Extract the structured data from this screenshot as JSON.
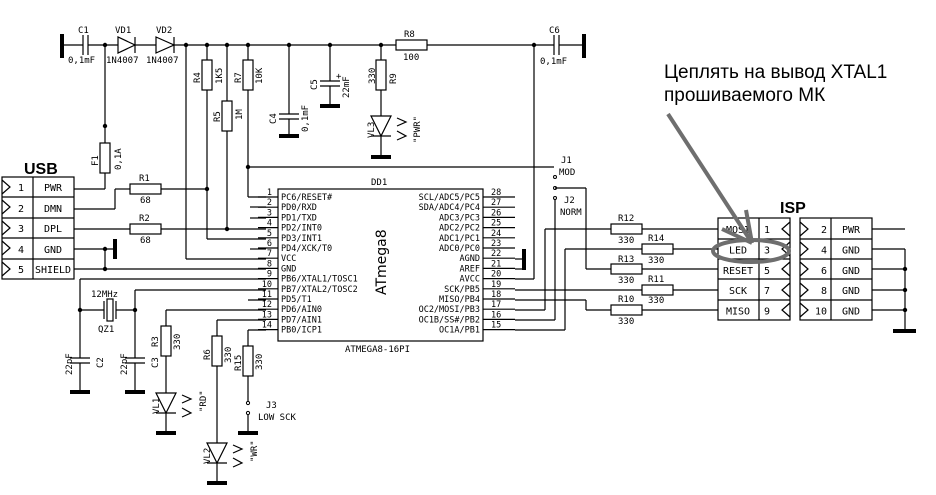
{
  "annotation": {
    "line1": "Цеплять на вывод XTAL1",
    "line2": "прошиваемого МК",
    "color": "#6e6e6e"
  },
  "usb": {
    "title": "USB",
    "pins": [
      {
        "num": "1",
        "name": "PWR"
      },
      {
        "num": "2",
        "name": "DMN"
      },
      {
        "num": "3",
        "name": "DPL"
      },
      {
        "num": "4",
        "name": "GND"
      },
      {
        "num": "5",
        "name": "SHIELD"
      }
    ]
  },
  "isp": {
    "title": "ISP",
    "left": [
      {
        "name": "MOSI",
        "num": "1"
      },
      {
        "name": "LED",
        "num": "3"
      },
      {
        "name": "RESET",
        "num": "5"
      },
      {
        "name": "SCK",
        "num": "7"
      },
      {
        "name": "MISO",
        "num": "9"
      }
    ],
    "right": [
      {
        "num": "2",
        "name": "PWR"
      },
      {
        "num": "4",
        "name": "GND"
      },
      {
        "num": "6",
        "name": "GND"
      },
      {
        "num": "8",
        "name": "GND"
      },
      {
        "num": "10",
        "name": "GND"
      }
    ]
  },
  "chip": {
    "ref": "DD1",
    "name": "ATmega8",
    "part": "ATMEGA8-16PI",
    "left_pins": [
      {
        "num": "1",
        "name": "PC6/RESET#"
      },
      {
        "num": "2",
        "name": "PD0/RXD"
      },
      {
        "num": "3",
        "name": "PD1/TXD"
      },
      {
        "num": "4",
        "name": "PD2/INT0"
      },
      {
        "num": "5",
        "name": "PD3/INT1"
      },
      {
        "num": "6",
        "name": "PD4/XCK/T0"
      },
      {
        "num": "7",
        "name": "VCC"
      },
      {
        "num": "8",
        "name": "GND"
      },
      {
        "num": "9",
        "name": "PB6/XTAL1/TOSC1"
      },
      {
        "num": "10",
        "name": "PB7/XTAL2/TOSC2"
      },
      {
        "num": "11",
        "name": "PD5/T1"
      },
      {
        "num": "12",
        "name": "PD6/AIN0"
      },
      {
        "num": "13",
        "name": "PD7/AIN1"
      },
      {
        "num": "14",
        "name": "PB0/ICP1"
      }
    ],
    "right_pins": [
      {
        "num": "28",
        "name": "SCL/ADC5/PC5"
      },
      {
        "num": "27",
        "name": "SDA/ADC4/PC4"
      },
      {
        "num": "26",
        "name": "ADC3/PC3"
      },
      {
        "num": "25",
        "name": "ADC2/PC2"
      },
      {
        "num": "24",
        "name": "ADC1/PC1"
      },
      {
        "num": "23",
        "name": "ADC0/PC0"
      },
      {
        "num": "22",
        "name": "AGND"
      },
      {
        "num": "21",
        "name": "AREF"
      },
      {
        "num": "20",
        "name": "AVCC"
      },
      {
        "num": "19",
        "name": "SCK/PB5"
      },
      {
        "num": "18",
        "name": "MISO/PB4"
      },
      {
        "num": "17",
        "name": "OC2/MOSI/PB3"
      },
      {
        "num": "16",
        "name": "OC1B/SS#/PB2"
      },
      {
        "num": "15",
        "name": "OC1A/PB1"
      }
    ]
  },
  "components": {
    "C1": {
      "ref": "C1",
      "value": "0,1mF"
    },
    "VD1": {
      "ref": "VD1",
      "value": "1N4007"
    },
    "VD2": {
      "ref": "VD2",
      "value": "1N4007"
    },
    "R8": {
      "ref": "R8",
      "value": "100"
    },
    "C6": {
      "ref": "C6",
      "value": "0,1mF"
    },
    "R4": {
      "ref": "R4",
      "value": "1K5"
    },
    "R5": {
      "ref": "R5",
      "value": "1M"
    },
    "R7": {
      "ref": "R7",
      "value": "10K"
    },
    "C4": {
      "ref": "C4",
      "value": "0,1mF"
    },
    "C5": {
      "ref": "C5",
      "value": "22mF"
    },
    "R9": {
      "ref": "R9",
      "value": "330"
    },
    "VL3": {
      "ref": "VL3",
      "value": "\"PWR\""
    },
    "F1": {
      "ref": "F1",
      "value": "0,1A"
    },
    "R1": {
      "ref": "R1",
      "value": "68"
    },
    "R2": {
      "ref": "R2",
      "value": "68"
    },
    "QZ1": {
      "ref": "QZ1",
      "value": "12MHz"
    },
    "C2": {
      "ref": "C2",
      "value": "22pF"
    },
    "C3": {
      "ref": "C3",
      "value": "22pF"
    },
    "R3": {
      "ref": "R3",
      "value": "330"
    },
    "VL1": {
      "ref": "VL1",
      "value": "\"RD\""
    },
    "R6": {
      "ref": "R6",
      "value": "330"
    },
    "VL2": {
      "ref": "VL2",
      "value": "\"WR\""
    },
    "R15": {
      "ref": "R15",
      "value": "330"
    },
    "J3": {
      "ref": "J3",
      "value": "LOW SCK"
    },
    "J1": {
      "ref": "J1",
      "value": "MOD"
    },
    "J2": {
      "ref": "J2",
      "value": "NORM"
    },
    "R10": {
      "ref": "R10",
      "value": "330"
    },
    "R11": {
      "ref": "R11",
      "value": "330"
    },
    "R12": {
      "ref": "R12",
      "value": "330"
    },
    "R13": {
      "ref": "R13",
      "value": "330"
    },
    "R14": {
      "ref": "R14",
      "value": "330"
    }
  }
}
